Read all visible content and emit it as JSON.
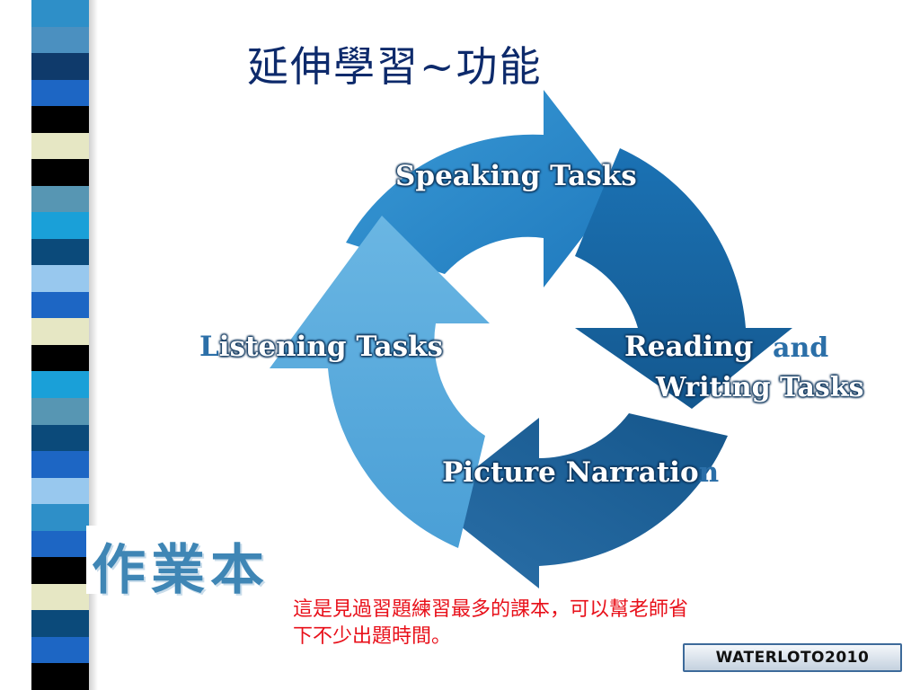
{
  "title": "延伸學習~功能",
  "cycle": {
    "speaking": "Speaking Tasks",
    "listening_initial": "L",
    "listening_rest": "istening Tasks",
    "reading": "Reading",
    "and": "and",
    "writing": "Writing Tasks",
    "picture_main": "Picture Narratio",
    "picture_tail": "n"
  },
  "workbook_heading": "作業本",
  "note": {
    "line1": "這是見過習題練習最多的課本，可以幫老師省",
    "line2": "下不少出題時間。"
  },
  "badge": "WATERLOTO2010",
  "colors": {
    "title": "#0d2a6b",
    "note": "#e8101a",
    "arrow_top": "#2f8fd0",
    "arrow_right": "#1a6aa8",
    "arrow_bottom": "#14507f",
    "arrow_left": "#5aaedf",
    "label_blue": "#2b6fa8"
  },
  "stripe_colors": [
    "#2e8fc8",
    "#4b90c0",
    "#0f3a6b",
    "#1d66c4",
    "#000000",
    "#e6e7c4",
    "#000000",
    "#5796b3",
    "#1aa0d8",
    "#0b4a7a",
    "#98c8ee",
    "#1d66c4",
    "#e6e7c4",
    "#000000",
    "#1aa0d8",
    "#5796b3",
    "#0b4a7a",
    "#1d66c4",
    "#98c8ee",
    "#2e8fc8",
    "#1d66c4",
    "#000000",
    "#e6e7c4",
    "#0b4a7a",
    "#1d66c4",
    "#000000"
  ]
}
